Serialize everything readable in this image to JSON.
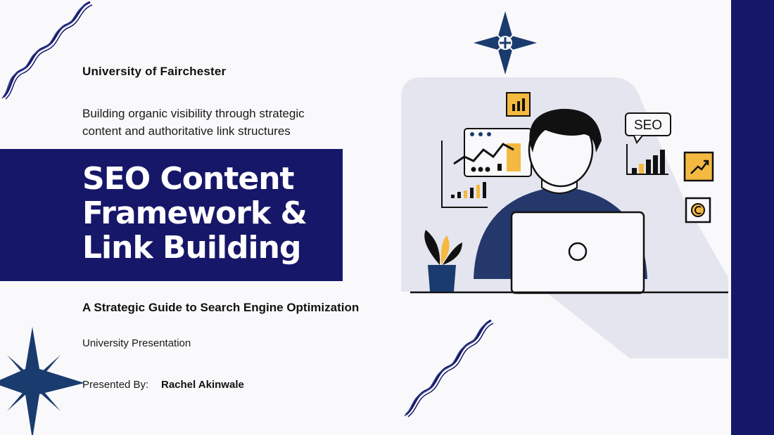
{
  "slide": {
    "university": "University of Fairchester",
    "tagline_line1": "Building organic visibility through strategic",
    "tagline_line2": "content and authoritative link structures",
    "title_line1": "SEO Content",
    "title_line2": "Framework &",
    "title_line3": "Link Building",
    "subtitle": "A Strategic Guide to Search Engine Optimization",
    "presentation_type": "University Presentation",
    "presenter_label": "Presented By:",
    "presenter_name": "Rachel Akinwale"
  },
  "illustration": {
    "seo_bubble_text": "SEO",
    "icons": [
      "bar-chart-icon",
      "seo-speech-bubble-icon",
      "trend-up-icon",
      "copyright-icon",
      "laptop-icon",
      "plant-icon"
    ]
  },
  "colors": {
    "navy": "#171769",
    "accent_yellow": "#f4b940",
    "panel_gray": "#e4e5ef",
    "shirt_blue": "#24386b",
    "background": "#f9f9fb"
  }
}
